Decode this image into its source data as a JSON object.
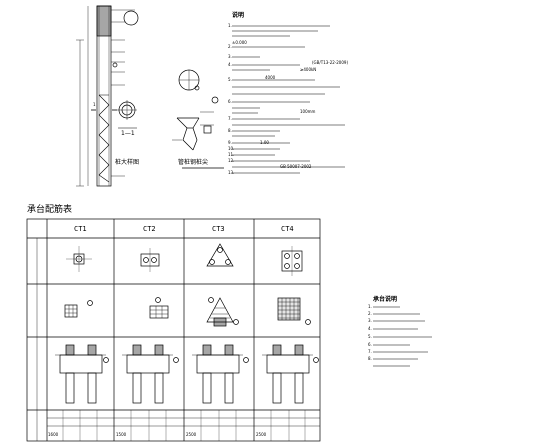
{
  "drawing": {
    "pile_detail_label": "桩大样图",
    "section_label": "1—1",
    "pipe_pile_label": "管桩钢桩尖",
    "section_mark": "1",
    "notes_title": "说明",
    "notes": [
      "1.",
      "±0.000",
      "2.",
      "3.",
      "4.",
      "5.",
      "6.",
      "7.",
      "8.",
      "9.",
      "10.",
      "11.",
      "12.",
      "13."
    ],
    "notes_fragments": {
      "code_ref_1": "(GB/T13-22-2009)",
      "value_1": "≥400kN",
      "value_2": "4000",
      "value_3": "100mm",
      "value_4": "1.00",
      "code_ref_2": "GB 50007-2002"
    }
  },
  "cap_table": {
    "title": "承台配筋表",
    "columns": [
      "CT1",
      "CT2",
      "CT3",
      "CT4"
    ],
    "bottom_values": [
      "1600",
      "1500",
      "2500",
      "2500"
    ]
  },
  "cap_notes": {
    "title": "承台说明",
    "items": [
      "1.",
      "2.",
      "3.",
      "4.",
      "5.",
      "6.",
      "7.",
      "8."
    ]
  }
}
